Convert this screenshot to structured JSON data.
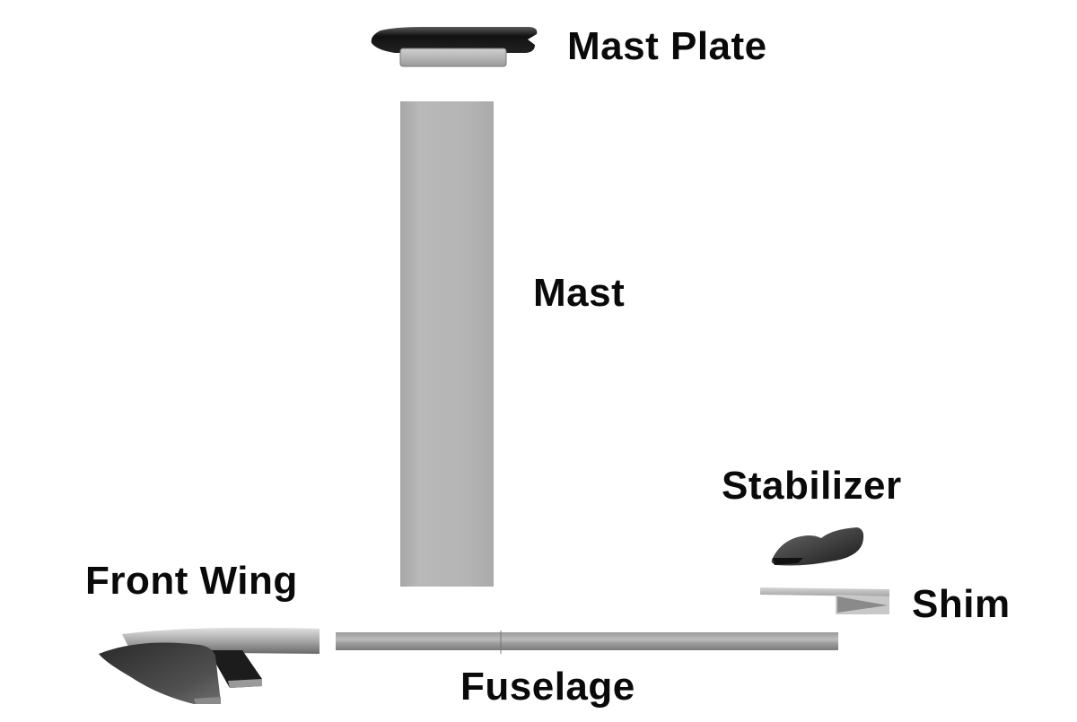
{
  "diagram": {
    "type": "exploded-assembly",
    "subject": "hydrofoil components",
    "parts": [
      {
        "id": "mast-plate",
        "label": "Mast Plate"
      },
      {
        "id": "mast",
        "label": "Mast"
      },
      {
        "id": "stabilizer",
        "label": "Stabilizer"
      },
      {
        "id": "shim",
        "label": "Shim"
      },
      {
        "id": "front-wing",
        "label": "Front Wing"
      },
      {
        "id": "fuselage",
        "label": "Fuselage"
      }
    ]
  },
  "colors": {
    "background": "#ffffff",
    "label_text": "#0a0a0a",
    "dark_part": "#1a1a1a",
    "light_part": "#b3b3b3",
    "mid_part": "#8c8c8c"
  }
}
